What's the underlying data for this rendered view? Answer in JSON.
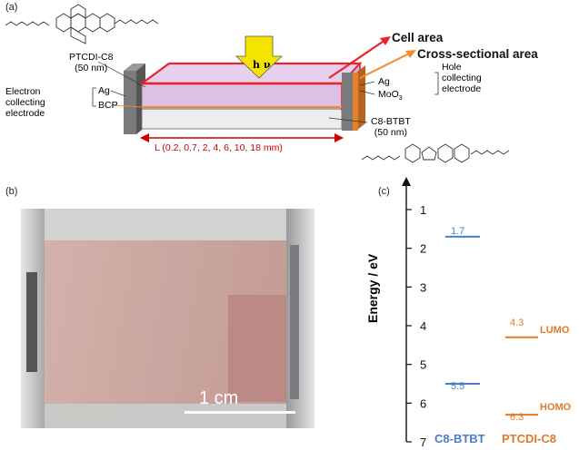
{
  "panel_a": {
    "label": "(a)",
    "ptcdi_label": "PTCDI-C8",
    "ptcdi_thickness": "(50 nm)",
    "cell_area": "Cell area",
    "cross_area": "Cross-sectional area",
    "hv": "h ν",
    "left_electrode": [
      "Electron",
      "collecting",
      "electrode"
    ],
    "left_ag": "Ag",
    "left_bcp": "BCP",
    "right_ag": "Ag",
    "right_moo3": "MoO",
    "right_moo3_sub": "3",
    "right_electrode": [
      "Hole",
      "collecting",
      "electrode"
    ],
    "c8btbt_label": "C8-BTBT",
    "c8btbt_thickness": "(50 nm)",
    "length_label": "L (0.2, 0.7, 2, 4, 6, 10, 18 mm)",
    "colors": {
      "red": "#e8232a",
      "orange": "#f28a2e",
      "pink": "#dfc3e6",
      "yellow": "#f4e400",
      "gray": "#6d6d6d"
    }
  },
  "panel_b": {
    "label": "(b)",
    "scale_label": "1 cm"
  },
  "panel_c": {
    "label": "(c)",
    "ylabel": "Energy / eV",
    "ticks": [
      "1",
      "2",
      "3",
      "4",
      "5",
      "6",
      "7"
    ],
    "c8btbt": {
      "name": "C8-BTBT",
      "lumo": "1.7",
      "homo": "5.5",
      "color": "#4a7cc9"
    },
    "ptcdi": {
      "name": "PTCDI-C8",
      "lumo": "4.3",
      "homo": "6.3",
      "color": "#e07a2a",
      "lumo_label": "LUMO",
      "homo_label": "HOMO"
    }
  }
}
